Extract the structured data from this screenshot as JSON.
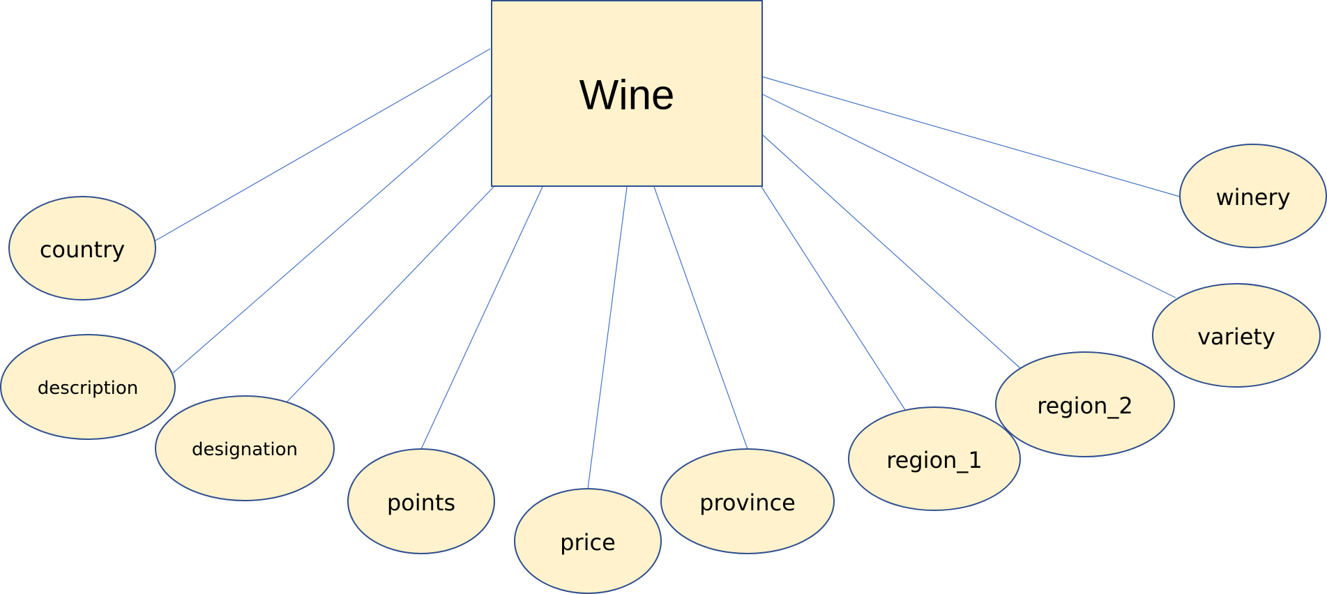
{
  "entity": {
    "label": "Wine"
  },
  "attributes": [
    {
      "id": "country",
      "label": "country"
    },
    {
      "id": "description",
      "label": "description"
    },
    {
      "id": "designation",
      "label": "designation"
    },
    {
      "id": "points",
      "label": "points"
    },
    {
      "id": "price",
      "label": "price"
    },
    {
      "id": "province",
      "label": "province"
    },
    {
      "id": "region_1",
      "label": "region_1"
    },
    {
      "id": "region_2",
      "label": "region_2"
    },
    {
      "id": "variety",
      "label": "variety"
    },
    {
      "id": "winery",
      "label": "winery"
    }
  ],
  "colors": {
    "fill": "#fff2cc",
    "stroke": "#2f4f8f",
    "connector": "#4472c4"
  }
}
